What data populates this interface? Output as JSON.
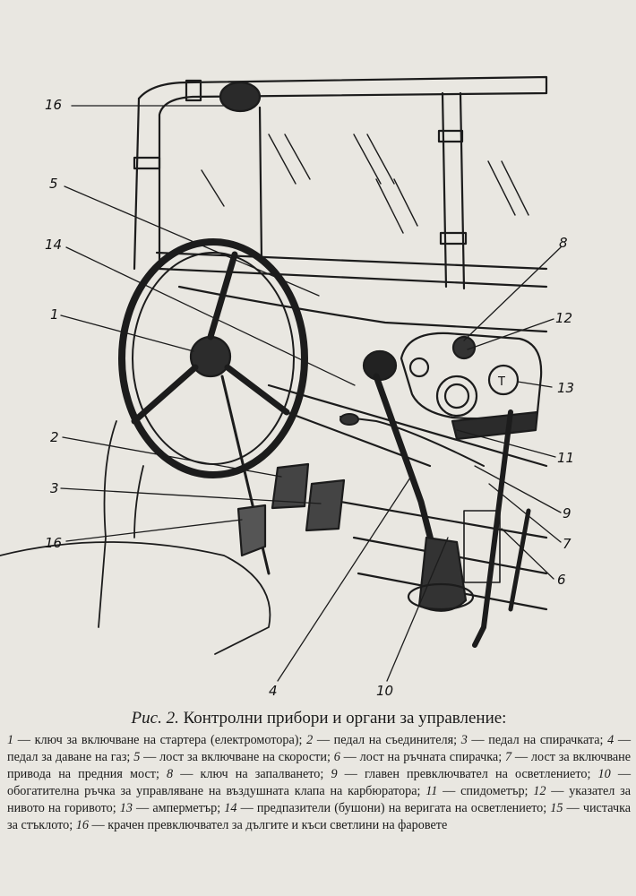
{
  "caption": {
    "lead": "Рис. 2.",
    "title": "Контролни прибори и органи за управление:",
    "items": [
      {
        "num": "1",
        "text": "ключ за включване на стартера (електромотора);"
      },
      {
        "num": "2",
        "text": "педал на съединителя;"
      },
      {
        "num": "3",
        "text": "педал на спирачката;"
      },
      {
        "num": "4",
        "text": "педал за даване на газ;"
      },
      {
        "num": "5",
        "text": "лост за включване на скорости;"
      },
      {
        "num": "6",
        "text": "лост на ръчната спирачка;"
      },
      {
        "num": "7",
        "text": "лост за включване привода на предния мост;"
      },
      {
        "num": "8",
        "text": "ключ на запалването;"
      },
      {
        "num": "9",
        "text": "главен превключвател на осветлението;"
      },
      {
        "num": "10",
        "text": "обогатителна ръчка за управляване на въздушната клапа на карбюратора;"
      },
      {
        "num": "11",
        "text": "спидометър;"
      },
      {
        "num": "12",
        "text": "указател за нивото на горивото;"
      },
      {
        "num": "13",
        "text": "амперметър;"
      },
      {
        "num": "14",
        "text": "предпазители (бушони) на веригата на осветлението;"
      },
      {
        "num": "15",
        "text": "чистачка за стъклото;"
      },
      {
        "num": "16",
        "text": "крачен превключвател за дългите и къси светлини на фаровете"
      }
    ]
  },
  "callouts": {
    "c16a": "16",
    "c5": "5",
    "c14": "14",
    "c1": "1",
    "c2": "2",
    "c3": "3",
    "c16b": "16",
    "c4": "4",
    "c10": "10",
    "c8": "8",
    "c12": "12",
    "c13": "13",
    "c11": "11",
    "c9": "9",
    "c7": "7",
    "c6": "6"
  },
  "instrument_marks": {
    "ammeter": "T"
  }
}
